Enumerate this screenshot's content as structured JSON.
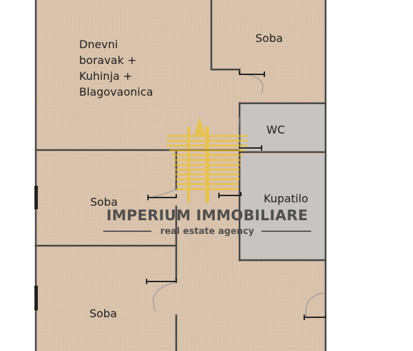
{
  "colors": {
    "floor": "#d9c3ac",
    "tile": "#c6c5c2",
    "wall": "#454545",
    "logo": "#f3c313"
  },
  "rooms": {
    "living_lines": [
      "Dnevni",
      "boravak +",
      "Kuhinja +",
      "Blagovaonica"
    ],
    "bedroom_top_right": "Soba",
    "wc": "WC",
    "bathroom": "Kupatilo",
    "bedroom_middle_left": "Soba",
    "bedroom_bottom_left": "Soba"
  },
  "watermark": {
    "name": "IMPERIUM IMMOBILIARE",
    "tagline": "real estate agency"
  }
}
